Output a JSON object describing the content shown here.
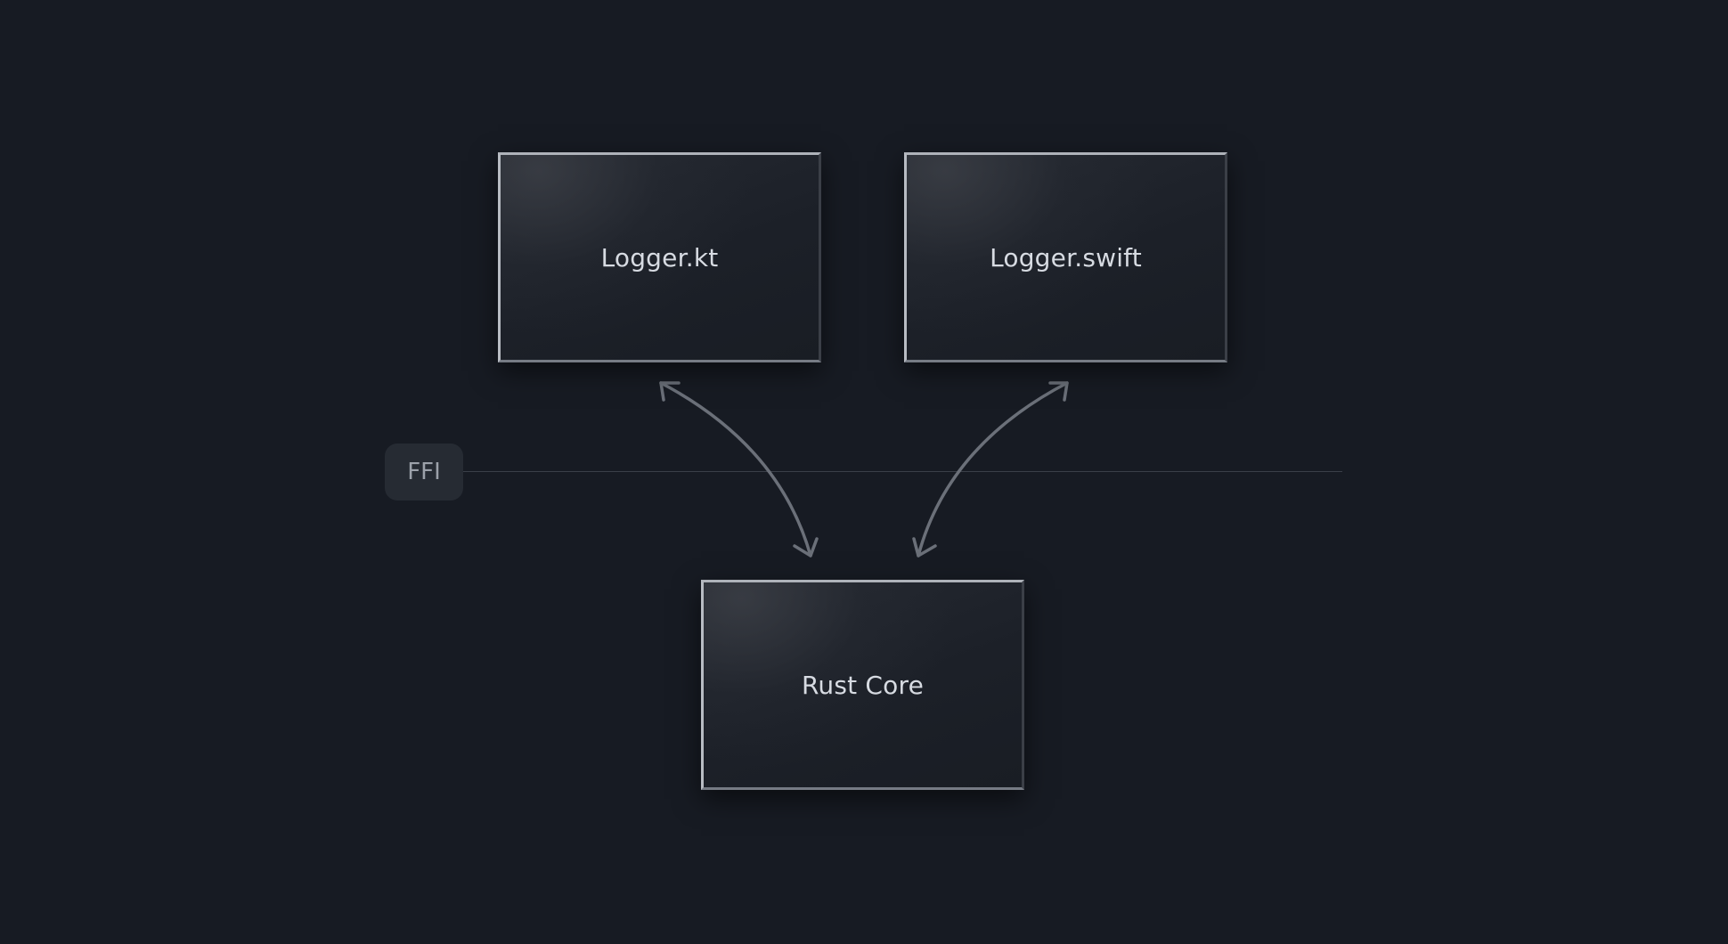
{
  "diagram": {
    "nodes": {
      "kotlin": {
        "label": "Logger.kt"
      },
      "swift": {
        "label": "Logger.swift"
      },
      "core": {
        "label": "Rust Core"
      }
    },
    "boundary": {
      "label": "FFI"
    },
    "edges": [
      {
        "from": "kotlin",
        "to": "core",
        "direction": "bidirectional"
      },
      {
        "from": "swift",
        "to": "core",
        "direction": "bidirectional"
      }
    ],
    "colors": {
      "background": "#171b23",
      "node_fill": "#1f232b",
      "arrow": "#6b7079",
      "text": "#d7dbe2",
      "badge_fill": "#262b33"
    }
  }
}
